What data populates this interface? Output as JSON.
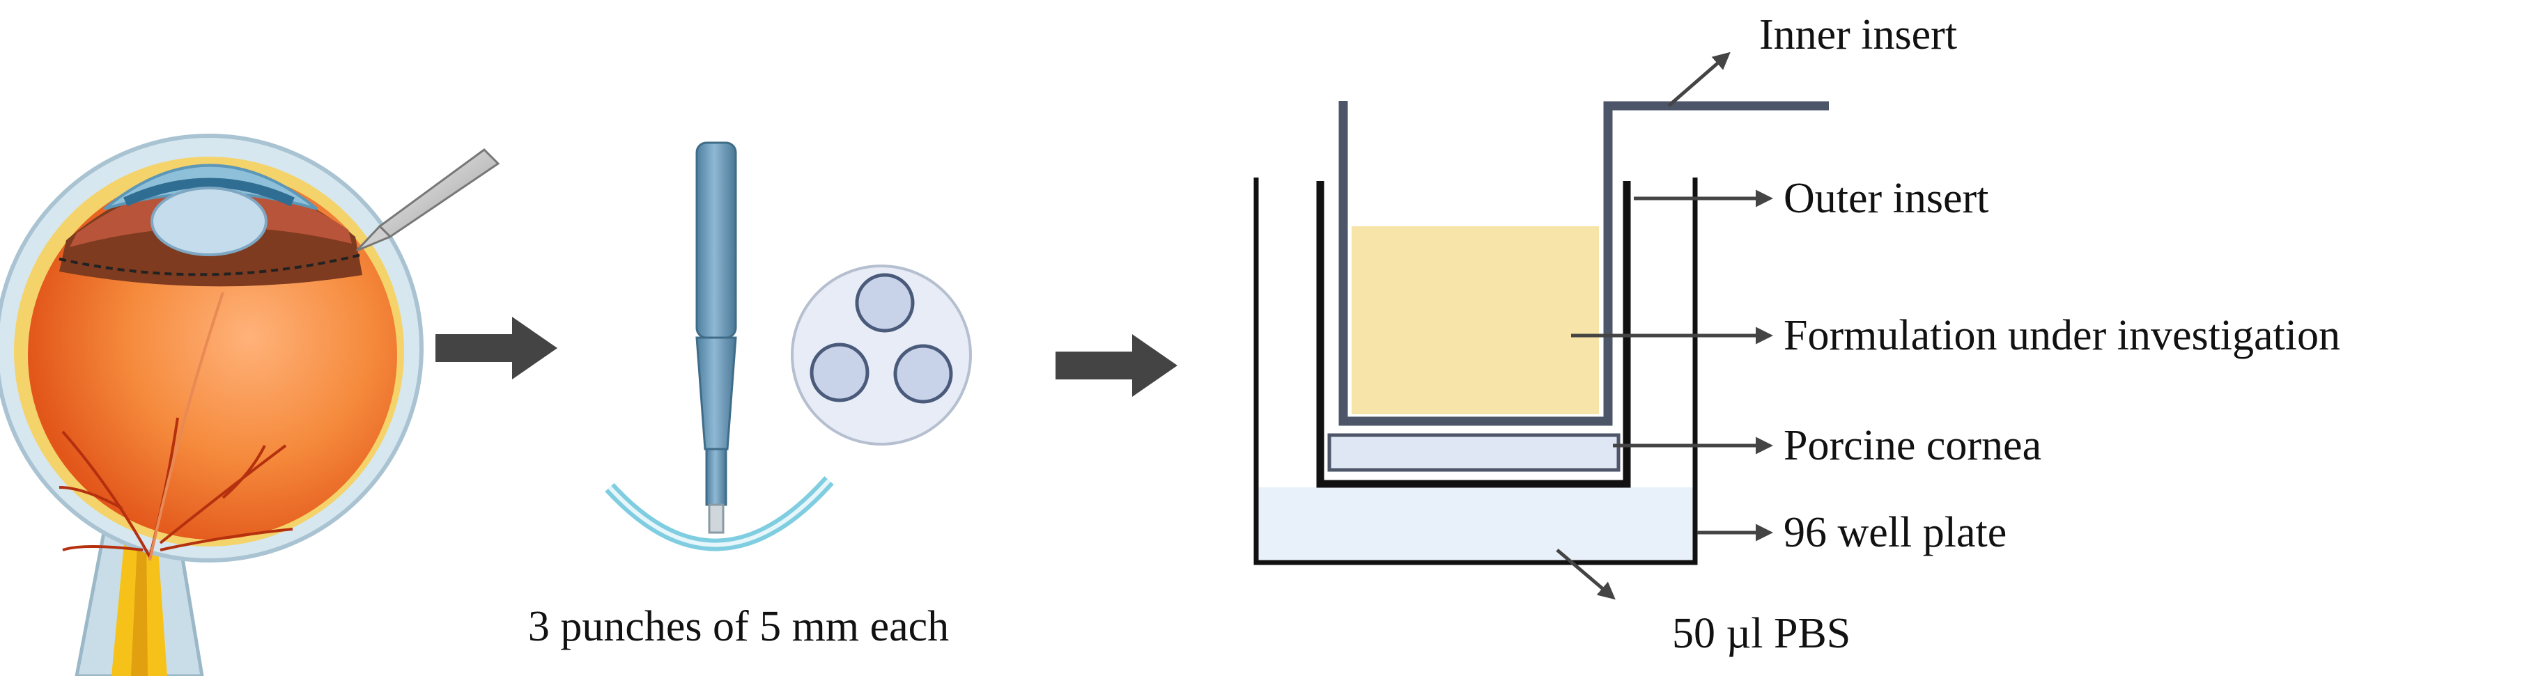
{
  "labels": {
    "punch_caption": "3 punches of 5 mm each",
    "inner_insert": "Inner insert",
    "outer_insert": "Outer insert",
    "formulation": "Formulation under investigation",
    "porcine_cornea": "Porcine cornea",
    "well_plate": "96 well plate",
    "pbs": "50 µl PBS"
  },
  "colors": {
    "arrow": "#444444",
    "inner_insert_wall": "#4c5668",
    "outer_insert_wall": "#111111",
    "well_wall": "#111111",
    "formulation_fill": "#f6e4a8",
    "cornea_fill": "#dfe7f4",
    "pbs_fill": "#e8f0fa",
    "punch_tool": "#6f9bb9",
    "eye_sclera": "#f47a22",
    "cornea_disc": "#c8d2e8"
  },
  "icons": [
    "eye-illustration",
    "scalpel-icon",
    "biopsy-punch-icon",
    "punched-cornea-icon"
  ]
}
